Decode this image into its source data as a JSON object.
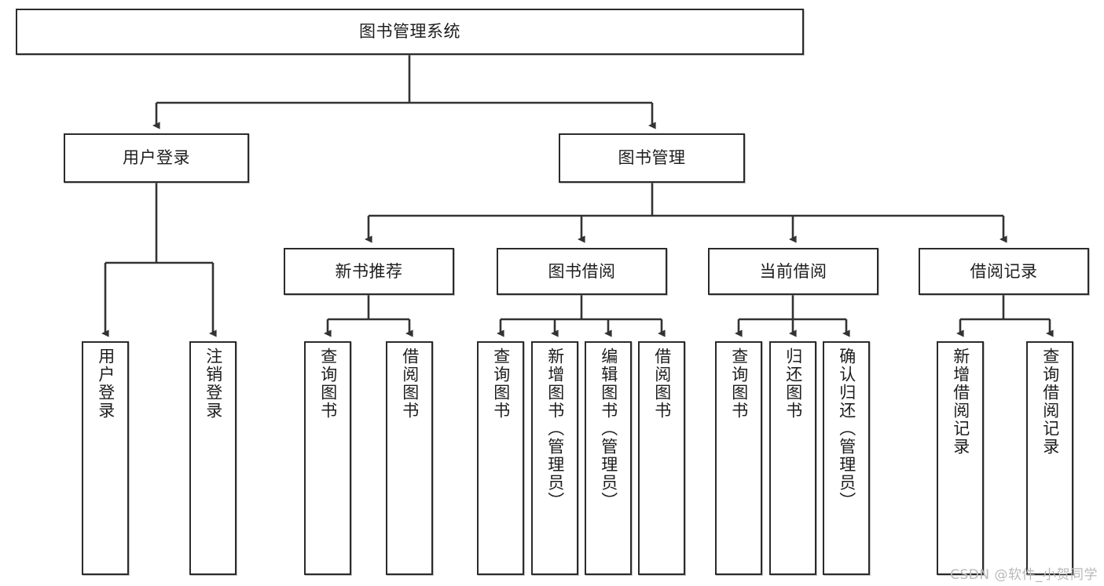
{
  "diagram": {
    "type": "tree-hierarchy",
    "title": "图书管理系统",
    "watermark": "CSDN @软件_小贺同学",
    "colors": {
      "node_border": "#2b2b2b",
      "node_fill": "#ffffff",
      "edge": "#333333",
      "text": "#1d1d1d",
      "watermark": "#b9b9b9",
      "background": "#ffffff"
    },
    "nodes": {
      "root": {
        "label": "图书管理系统"
      },
      "level2": [
        {
          "label": "用户登录"
        },
        {
          "label": "图书管理"
        }
      ],
      "level3": [
        {
          "label": "新书推荐"
        },
        {
          "label": "图书借阅"
        },
        {
          "label": "当前借阅"
        },
        {
          "label": "借阅记录"
        }
      ],
      "leaves": {
        "user_login": [
          {
            "label": "用户登录"
          },
          {
            "label": "注销登录"
          }
        ],
        "new_book_recommend": [
          {
            "label": "查询图书"
          },
          {
            "label": "借阅图书"
          }
        ],
        "book_borrow": [
          {
            "label": "查询图书"
          },
          {
            "label": "新增图书（管理员）"
          },
          {
            "label": "编辑图书（管理员）"
          },
          {
            "label": "借阅图书"
          }
        ],
        "current_borrow": [
          {
            "label": "查询图书"
          },
          {
            "label": "归还图书"
          },
          {
            "label": "确认归还（管理员）"
          }
        ],
        "borrow_record": [
          {
            "label": "新增借阅记录"
          },
          {
            "label": "查询借阅记录"
          }
        ]
      }
    }
  }
}
